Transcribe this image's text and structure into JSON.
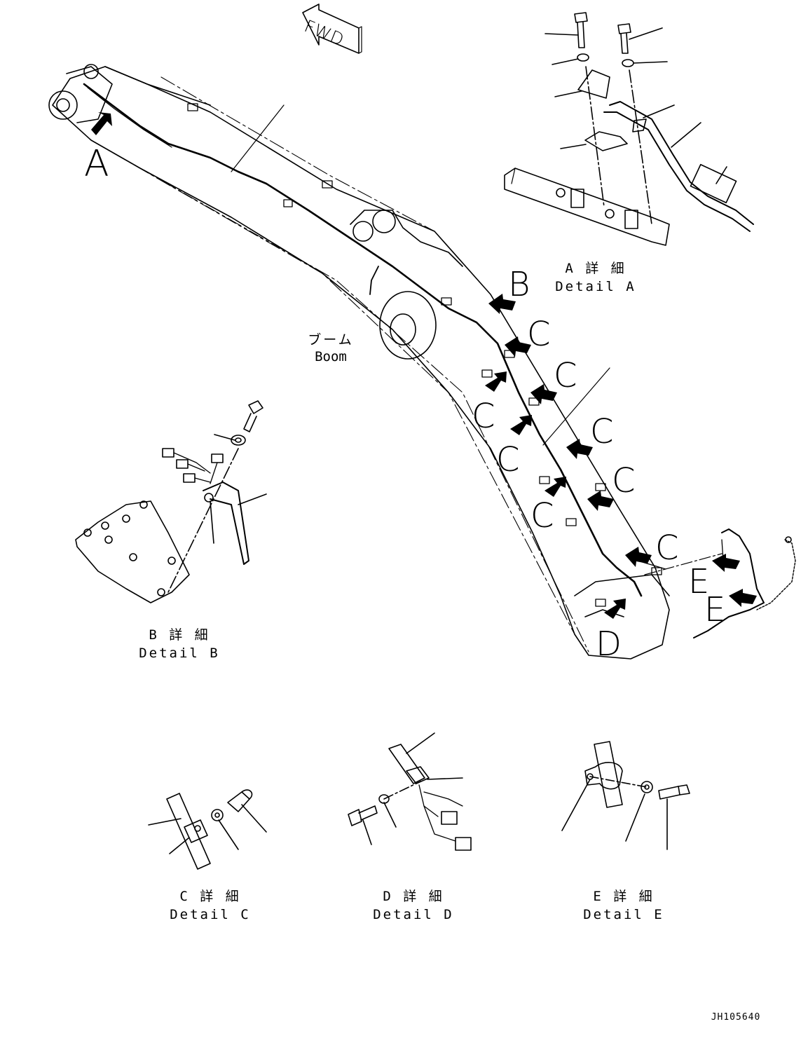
{
  "fwd": "FWD",
  "boom": {
    "jp": "ブーム",
    "en": "Boom"
  },
  "callouts": {
    "a": "A",
    "b": "B",
    "c": "C",
    "d": "D",
    "e": "E"
  },
  "details": {
    "a": {
      "jp": "A 詳 細",
      "en": "Detail A"
    },
    "b": {
      "jp": "B 詳 細",
      "en": "Detail B"
    },
    "c": {
      "jp": "C 詳 細",
      "en": "Detail C"
    },
    "d": {
      "jp": "D 詳 細",
      "en": "Detail D"
    },
    "e": {
      "jp": "E 詳 細",
      "en": "Detail E"
    }
  },
  "drawing_number": "JH105640",
  "colors": {
    "line": "#000000",
    "background": "#ffffff"
  }
}
